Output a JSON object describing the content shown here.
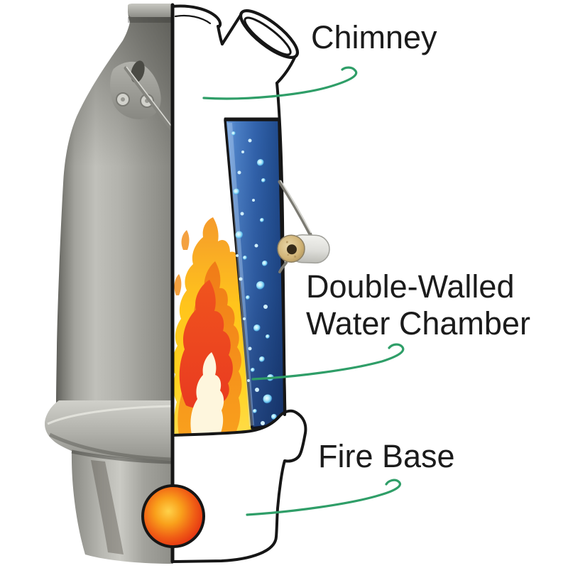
{
  "diagram": {
    "type": "cutaway-product-diagram",
    "subject": "camping kettle cutaway",
    "labels": {
      "chimney": {
        "text": "Chimney"
      },
      "water_chamber": {
        "line1": "Double-Walled",
        "line2": "Water Chamber"
      },
      "fire_base": {
        "text": "Fire Base"
      }
    },
    "colors": {
      "background": "#ffffff",
      "label_text": "#1b1b1b",
      "pointer_green": "#2f9e68",
      "outline_black": "#161616",
      "water_blue": "#2f62ab",
      "bubble_cyan": "#aee9fb",
      "flame_yellow": "#ffd21e",
      "flame_orange": "#f6891f",
      "flame_red": "#ee3b24",
      "ember_orange_red": "#ef4123",
      "steel_gray": "#a8a8a2",
      "wood_tan": "#d2b578"
    }
  }
}
